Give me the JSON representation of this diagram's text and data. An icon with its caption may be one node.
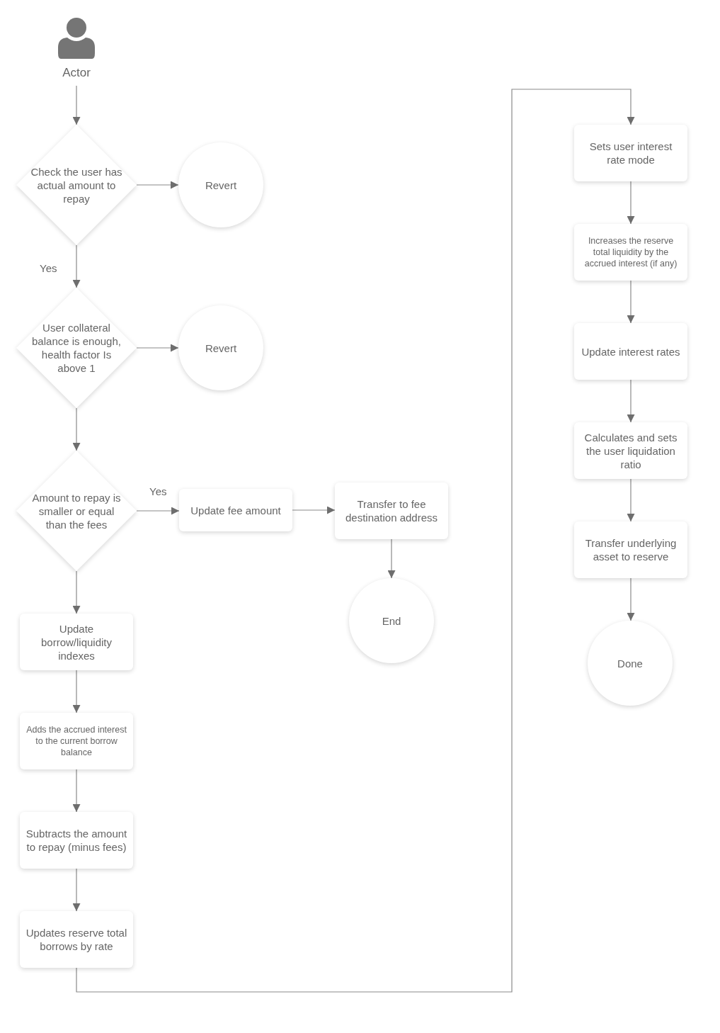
{
  "diagram": {
    "nodes": [
      {
        "text": [
          "Actor"
        ]
      },
      {
        "text": [
          "Check the user has actual amount to repay"
        ]
      },
      {
        "text": [
          "Revert"
        ]
      },
      {
        "text": [
          "User collateral balance is enough, health factor Is above 1"
        ]
      },
      {
        "text": [
          "Revert"
        ]
      },
      {
        "text": [
          "Amount to repay is smaller or equal than the fees"
        ]
      },
      {
        "text": [
          "Update fee amount"
        ]
      },
      {
        "text": [
          "Transfer to fee destination address"
        ]
      },
      {
        "text": [
          "End"
        ]
      },
      {
        "text": [
          "Update borrow/liquidity indexes"
        ]
      },
      {
        "text": [
          "Adds the accrued interest to the current borrow balance"
        ]
      },
      {
        "text": [
          "Subtracts the amount to repay (minus fees)"
        ]
      },
      {
        "text": [
          "Updates reserve total borrows by rate"
        ]
      },
      {
        "text": [
          "Sets user interest rate mode"
        ]
      },
      {
        "text": [
          "Increases the reserve total liquidity by the accrued interest (if any)"
        ]
      },
      {
        "text": [
          "Update interest rates"
        ]
      },
      {
        "text": [
          "Calculates and sets the user liquidation ratio"
        ]
      },
      {
        "text": [
          "Transfer underlying asset to reserve"
        ]
      },
      {
        "text": [
          "Done"
        ]
      }
    ],
    "edges": [
      {
        "from": 0,
        "to": 1,
        "arrow": "to"
      },
      {
        "from": 1,
        "to": 2,
        "arrow": "to"
      },
      {
        "from": 1,
        "to": 3,
        "arrow": "to",
        "label": "Yes"
      },
      {
        "from": 3,
        "to": 4,
        "arrow": "to"
      },
      {
        "from": 3,
        "to": 5,
        "arrow": "to"
      },
      {
        "from": 5,
        "to": 6,
        "arrow": "to",
        "label": "Yes"
      },
      {
        "from": 6,
        "to": 7,
        "arrow": "to"
      },
      {
        "from": 7,
        "to": 8,
        "arrow": "to"
      },
      {
        "from": 5,
        "to": 9,
        "arrow": "to"
      },
      {
        "from": 9,
        "to": 10,
        "arrow": "to"
      },
      {
        "from": 10,
        "to": 11,
        "arrow": "to"
      },
      {
        "from": 11,
        "to": 12,
        "arrow": "to"
      },
      {
        "from": 12,
        "to": 13,
        "arrow": "to"
      },
      {
        "from": 13,
        "to": 14,
        "arrow": "to"
      },
      {
        "from": 14,
        "to": 15,
        "arrow": "to"
      },
      {
        "from": 15,
        "to": 16,
        "arrow": "to"
      },
      {
        "from": 16,
        "to": 17,
        "arrow": "to"
      },
      {
        "from": 17,
        "to": 18,
        "arrow": "to"
      }
    ]
  }
}
